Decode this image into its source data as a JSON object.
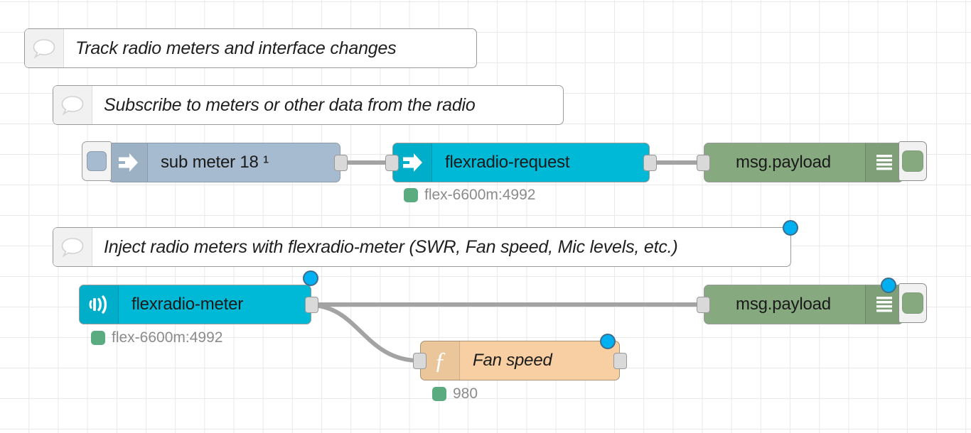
{
  "canvas": {
    "background_color": "#ffffff",
    "grid_color": "#e9e9e9",
    "wire_color": "#a3a3a3"
  },
  "palette": {
    "comment_node": "#ffffff",
    "inject_node": "#a6bbcf",
    "flexradio_node": "#00b9d6",
    "debug_node": "#87a980",
    "function_node": "#f7cfa3",
    "status_green": "#5bab81",
    "changed_marker_blue": "#00b0f0",
    "port_grey": "#d9d9d9",
    "node_border": "#999999"
  },
  "comments": [
    {
      "id": "comment-track",
      "label": "Track radio meters and interface changes",
      "icon": "comment-icon",
      "changed": false
    },
    {
      "id": "comment-subscribe",
      "label": "Subscribe to meters or other data from the radio",
      "icon": "comment-icon",
      "changed": false
    },
    {
      "id": "comment-inject",
      "label": "Inject radio meters with flexradio-meter (SWR, Fan speed, Mic levels, etc.)",
      "icon": "comment-icon",
      "changed": true
    }
  ],
  "nodes": [
    {
      "id": "inject-sub-meter",
      "type": "inject",
      "label": "sub meter 18 ¹",
      "icon": "inject-arrow-icon",
      "button": "inject-trigger-button",
      "changed": false,
      "status": null
    },
    {
      "id": "flexradio-request",
      "type": "flexradio-request",
      "label": "flexradio-request",
      "icon": "inject-arrow-icon",
      "changed": false,
      "status": {
        "text": "flex-6600m:4992",
        "color": "#5bab81",
        "shape": "dot"
      }
    },
    {
      "id": "debug-payload-top",
      "type": "debug",
      "label": "msg.payload",
      "icon": "debug-lines-icon",
      "button": "debug-toggle-button",
      "changed": false,
      "status": null
    },
    {
      "id": "flexradio-meter",
      "type": "flexradio-meter",
      "label": "flexradio-meter",
      "icon": "signal-broadcast-icon",
      "changed": true,
      "status": {
        "text": "flex-6600m:4992",
        "color": "#5bab81",
        "shape": "dot"
      }
    },
    {
      "id": "debug-payload-bottom",
      "type": "debug",
      "label": "msg.payload",
      "icon": "debug-lines-icon",
      "button": "debug-toggle-button",
      "changed": true,
      "status": null
    },
    {
      "id": "function-fan-speed",
      "type": "function",
      "label": "Fan speed",
      "icon": "function-f-icon",
      "changed": true,
      "status": {
        "text": "980",
        "color": "#5bab81",
        "shape": "dot"
      }
    }
  ],
  "wires": [
    {
      "from": "inject-sub-meter",
      "to": "flexradio-request"
    },
    {
      "from": "flexradio-request",
      "to": "debug-payload-top"
    },
    {
      "from": "flexradio-meter",
      "to": "debug-payload-bottom"
    },
    {
      "from": "flexradio-meter",
      "to": "function-fan-speed"
    }
  ]
}
